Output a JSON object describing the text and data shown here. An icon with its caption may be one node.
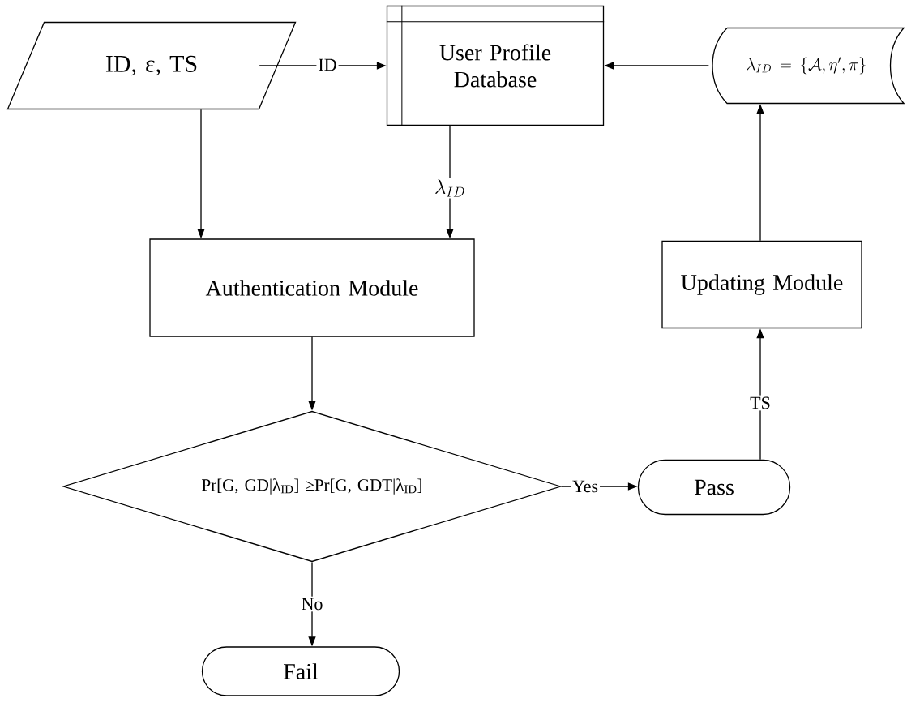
{
  "diagram": {
    "nodes": [
      {
        "text": [
          "ID, ε, TS"
        ]
      },
      {
        "text": [
          "User Profile Database"
        ]
      },
      {
        "text": [
          "\\lambda_{ID} = \\{\\mathcal{A}, \\eta', \\pi\\}"
        ]
      },
      {
        "text": [
          "Authentication Module"
        ]
      },
      {
        "text": [
          "Updating Module"
        ]
      },
      {
        "text": [
          "Pr[G, GD|λ$_{ID}$] ≥Pr[G, GDT|λ$_{ID}$]"
        ]
      },
      {
        "text": [
          "Pass"
        ]
      },
      {
        "text": [
          "Fail"
        ]
      }
    ],
    "edges": [
      {
        "from": 0,
        "to": 1,
        "arrow": "to",
        "label": "ID"
      },
      {
        "from": 2,
        "to": 1,
        "arrow": "to"
      },
      {
        "from": 1,
        "to": 3,
        "arrow": "to",
        "label": "\\lambda_{ID}"
      },
      {
        "from": 0,
        "to": 3,
        "arrow": "to"
      },
      {
        "from": 3,
        "to": 5,
        "arrow": "to"
      },
      {
        "from": 5,
        "to": 6,
        "arrow": "to",
        "label": "Yes"
      },
      {
        "from": 6,
        "to": 4,
        "arrow": "to",
        "label": "TS"
      },
      {
        "from": 4,
        "to": 2,
        "arrow": "to"
      },
      {
        "from": 5,
        "to": 7,
        "arrow": "to",
        "label": "No"
      }
    ]
  }
}
